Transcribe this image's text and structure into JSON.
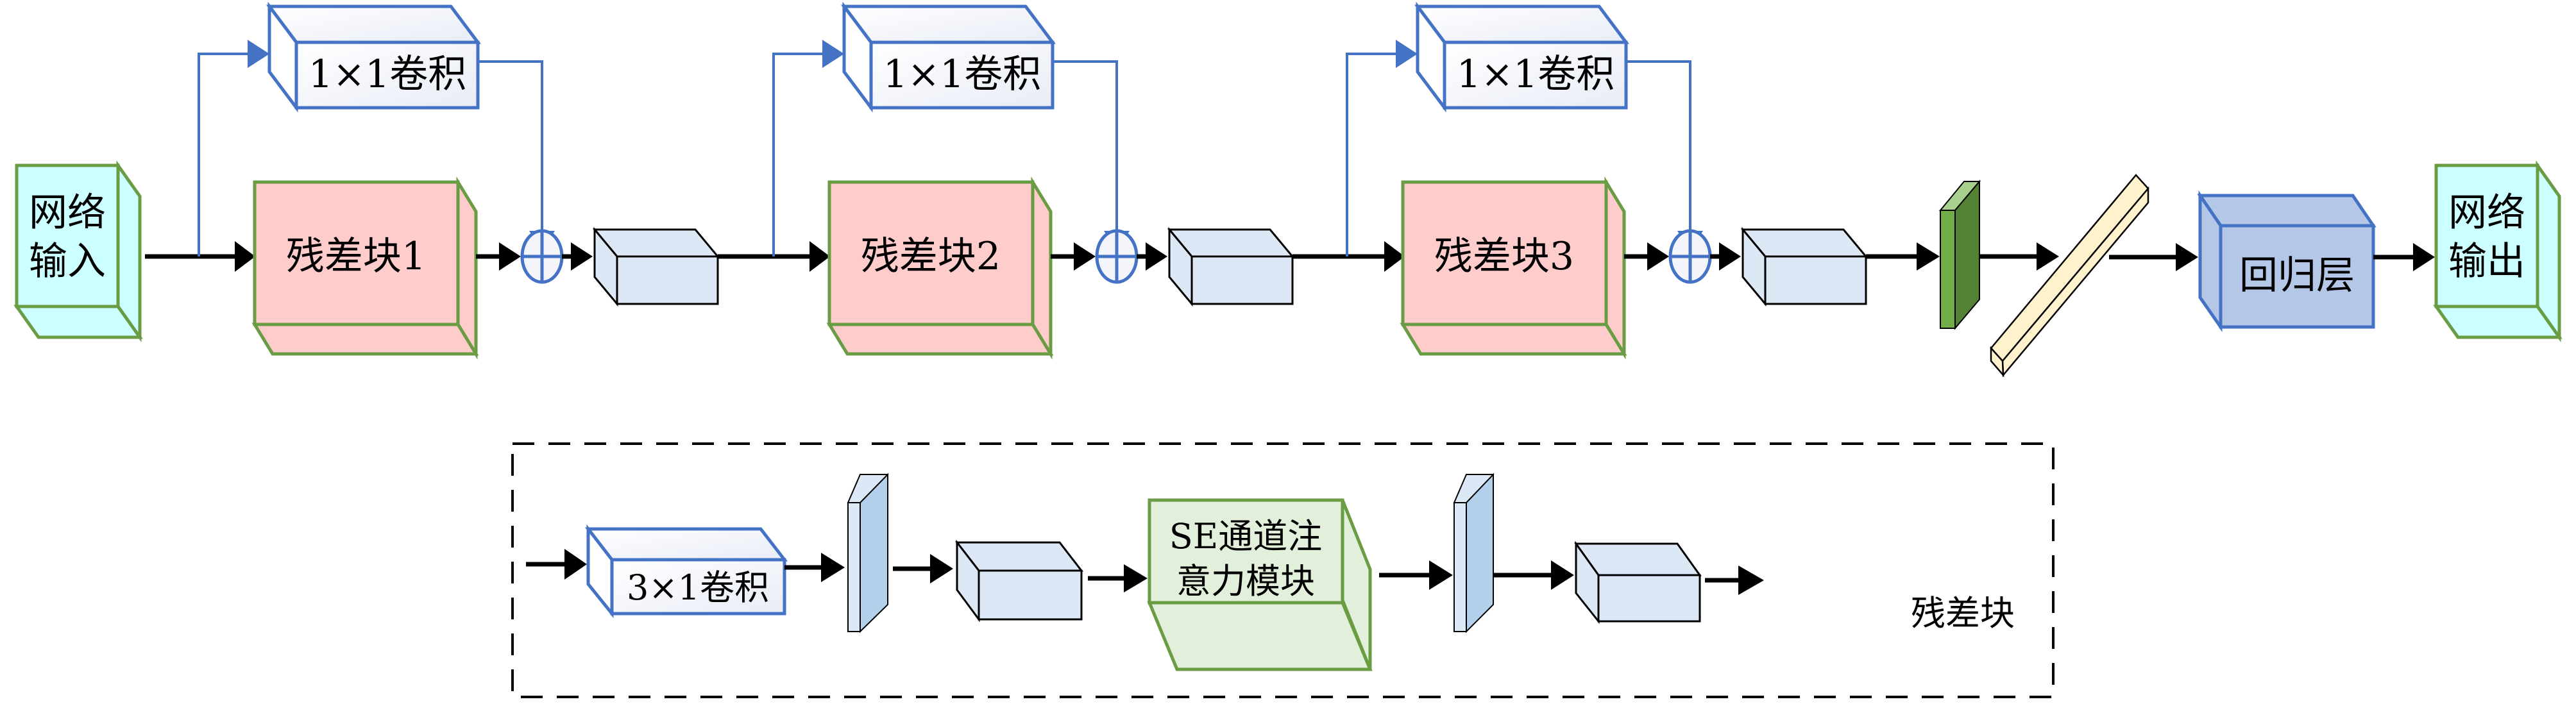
{
  "diagram": {
    "input_box": {
      "line1": "网络",
      "line2": "输入"
    },
    "output_box": {
      "line1": "网络",
      "line2": "输出"
    },
    "stages": [
      {
        "shortcut_conv": "1×1卷积",
        "residual_block": "残差块1"
      },
      {
        "shortcut_conv": "1×1卷积",
        "residual_block": "残差块2"
      },
      {
        "shortcut_conv": "1×1卷积",
        "residual_block": "残差块3"
      }
    ],
    "regression_layer": "回归层",
    "detail_panel": {
      "title": "残差块",
      "conv": "3×1卷积",
      "se_line1": "SE通道注",
      "se_line2": "意力模块"
    },
    "colors": {
      "io_fill": "#ccffff",
      "io_stroke": "#6a9c44",
      "residual_fill": "#ffcccc",
      "residual_stroke": "#6a9c44",
      "conv_stroke": "#4472c4",
      "shortcut_line": "#4472c4",
      "feature_fill": "#dce8f5",
      "bn_fill_front": "#dce8f5",
      "bn_fill_side": "#b4d0ea",
      "dense_green_front": "#70ad47",
      "dense_green_side": "#548235",
      "dense_green_top": "#a9d18e",
      "flatten_fill": "#fff2cc",
      "regression_fill": "#b4c7e7",
      "regression_stroke": "#4472c4",
      "se_fill": "#e2efda",
      "se_stroke": "#6a9c44"
    }
  }
}
